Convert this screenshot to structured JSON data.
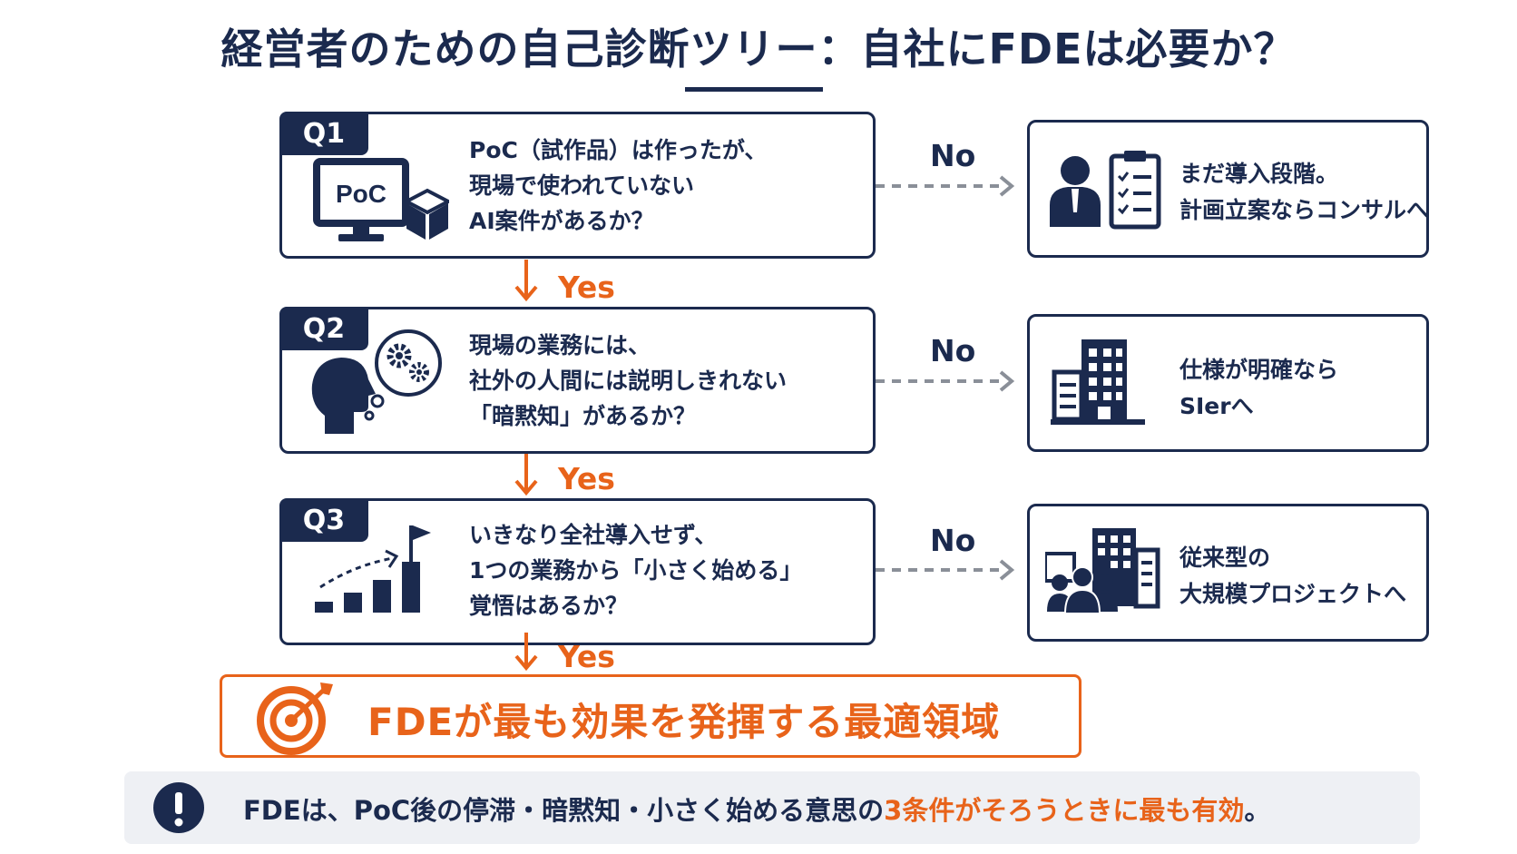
{
  "title": "経営者のための自己診断ツリー：自社にFDEは必要か？",
  "questions": [
    {
      "tag": "Q1",
      "icon": "poc-computer-icon",
      "icon_label": "PoC",
      "lines": [
        "PoC（試作品）は作ったが、",
        "現場で使われていない",
        "AI案件があるか？"
      ]
    },
    {
      "tag": "Q2",
      "icon": "thinking-head-icon",
      "lines": [
        "現場の業務には、",
        "社外の人間には説明しきれない",
        "「暗黙知」があるか？"
      ]
    },
    {
      "tag": "Q3",
      "icon": "growth-chart-flag-icon",
      "lines": [
        "いきなり全社導入せず、",
        "1つの業務から「小さく始める」",
        "覚悟はあるか？"
      ]
    }
  ],
  "no_label": "No",
  "yes_label": "Yes",
  "answers": [
    {
      "icon": "consultant-checklist-icon",
      "lines": [
        "まだ導入段階。",
        "計画立案ならコンサルへ"
      ]
    },
    {
      "icon": "office-building-icon",
      "lines": [
        "仕様が明確なら",
        "SIerへ"
      ]
    },
    {
      "icon": "building-people-icon",
      "lines": [
        "従来型の",
        "大規模プロジェクトへ"
      ]
    }
  ],
  "result": {
    "icon": "target-icon",
    "text": "FDEが最も効果を発揮する最適領域"
  },
  "note": {
    "icon": "exclamation-icon",
    "text_before": "FDEは、PoC後の停滞・暗黙知・小さく始める意思の",
    "text_highlight": "3条件がそろうときに最も有効",
    "text_after": "。"
  },
  "colors": {
    "navy": "#1b2a4e",
    "orange": "#e8631a",
    "gray": "#8a8f98",
    "note_bg": "#eef0f4"
  }
}
